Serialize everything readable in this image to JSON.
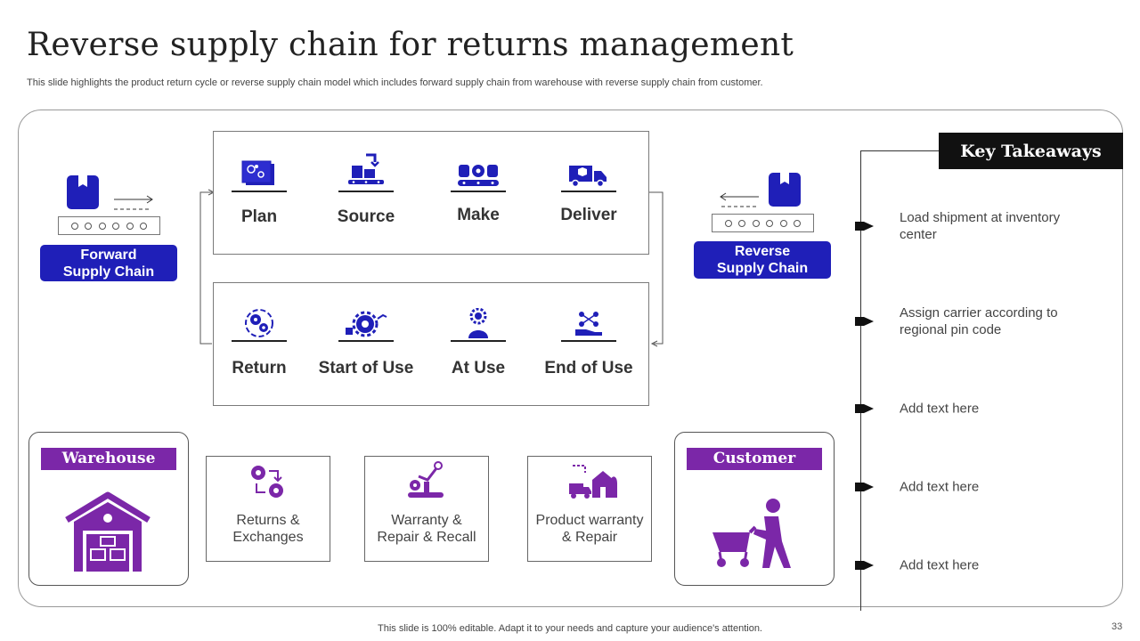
{
  "slide": {
    "title": "Reverse supply chain for returns management",
    "subtitle": "This slide highlights the product return cycle  or reverse supply chain model which includes forward supply chain from warehouse with reverse supply chain from customer.",
    "footer": "This slide is 100% editable. Adapt it to your needs and capture your audience's attention.",
    "page_number": "33"
  },
  "forward_chain": {
    "label_line1": "Forward",
    "label_line2": "Supply Chain"
  },
  "reverse_chain": {
    "label_line1": "Reverse",
    "label_line2": "Supply Chain"
  },
  "forward_stages": [
    {
      "label": "Plan",
      "icon": "planning-icon"
    },
    {
      "label": "Source",
      "icon": "robot-arm-icon"
    },
    {
      "label": "Make",
      "icon": "conveyor-icon"
    },
    {
      "label": "Deliver",
      "icon": "delivery-truck-icon"
    }
  ],
  "reverse_stages": [
    {
      "label": "Return",
      "icon": "gears-icon"
    },
    {
      "label": "Start of Use",
      "icon": "gear-chart-icon"
    },
    {
      "label": "At Use",
      "icon": "worker-gear-icon"
    },
    {
      "label": "End of Use",
      "icon": "hand-network-icon"
    }
  ],
  "warehouse": {
    "title": "Warehouse",
    "icon": "warehouse-icon"
  },
  "customer": {
    "title": "Customer",
    "icon": "person-cart-icon"
  },
  "process_cards": [
    {
      "line1": "Returns &",
      "line2": "Exchanges",
      "icon": "gears-exchange-icon"
    },
    {
      "line1": "Warranty  &",
      "line2": "Repair & Recall",
      "icon": "robotic-arm-icon"
    },
    {
      "line1": "Product warranty",
      "line2": "& Repair",
      "icon": "truck-house-icon"
    }
  ],
  "key_takeaways": {
    "title": "Key Takeaways",
    "items": [
      "Load shipment at inventory  center",
      "Assign carrier according to regional pin code",
      "Add text here",
      "Add text here",
      "Add text here"
    ]
  },
  "colors": {
    "blue": "#1f1fb8",
    "purple": "#7b27a8",
    "dark": "#111111"
  }
}
